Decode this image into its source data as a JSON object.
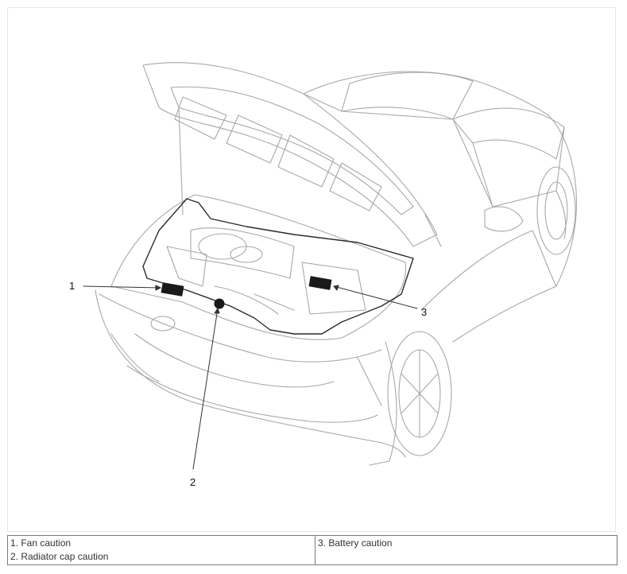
{
  "callouts": {
    "c1": "1",
    "c2": "2",
    "c3": "3"
  },
  "legend": {
    "col1": [
      "1. Fan caution",
      "2. Radiator cap caution"
    ],
    "col2": [
      "3. Battery caution"
    ]
  },
  "colors": {
    "line": "#9a9a9a",
    "label_fill": "#1a1a1a",
    "border": "#7a7a7a"
  }
}
